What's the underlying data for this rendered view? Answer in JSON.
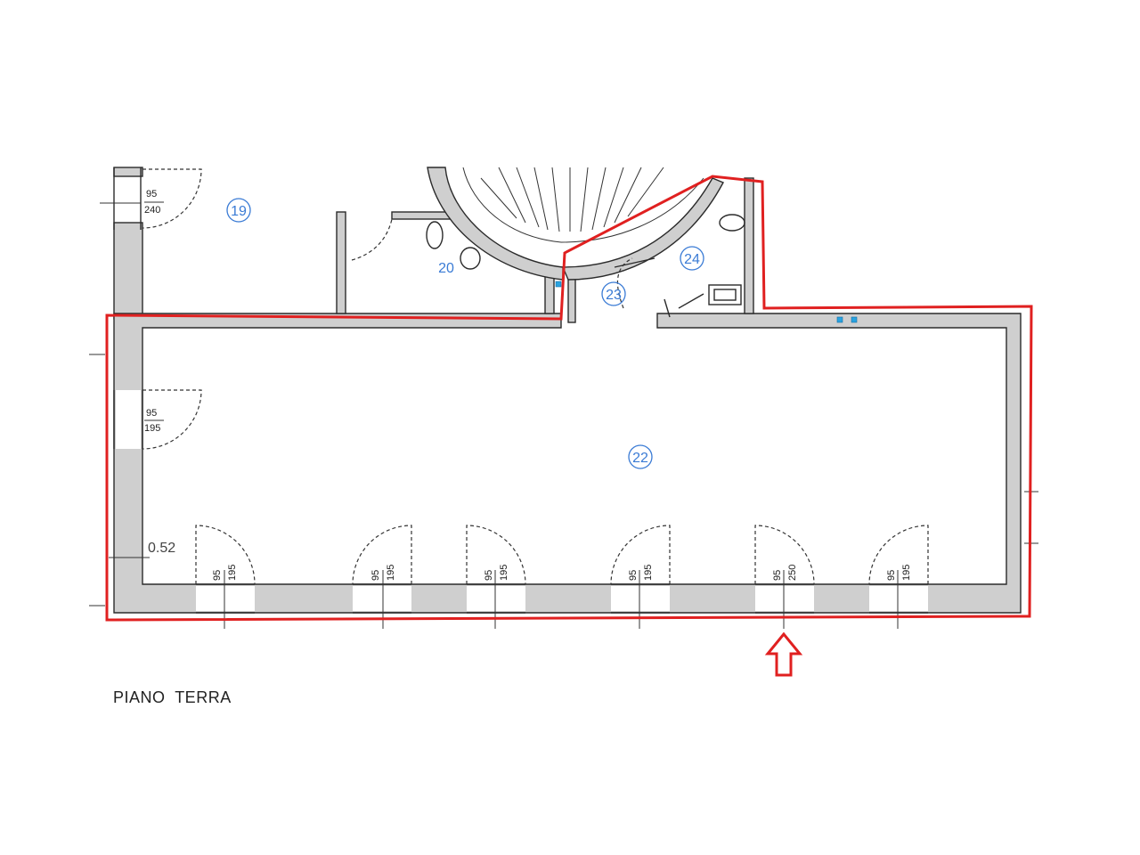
{
  "plan": {
    "floor_title": "PIANO  TERRA",
    "measurement": "0.52",
    "rooms": [
      {
        "id": "19",
        "label": "19"
      },
      {
        "id": "20",
        "label": "20"
      },
      {
        "id": "22",
        "label": "22"
      },
      {
        "id": "23",
        "label": "23"
      },
      {
        "id": "24",
        "label": "24"
      }
    ],
    "doors": [
      {
        "width": "95",
        "height": "240"
      },
      {
        "width": "95",
        "height": "195"
      },
      {
        "width": "95",
        "height": "195"
      },
      {
        "width": "95",
        "height": "195"
      },
      {
        "width": "95",
        "height": "195"
      },
      {
        "width": "95",
        "height": "195"
      },
      {
        "width": "95",
        "height": "250"
      },
      {
        "width": "95",
        "height": "195"
      }
    ],
    "colors": {
      "highlight": "#e02020",
      "room_label": "#3a7bd5",
      "wall_fill": "#cfcfcf"
    },
    "entrance_icon": "arrow-up-icon"
  }
}
